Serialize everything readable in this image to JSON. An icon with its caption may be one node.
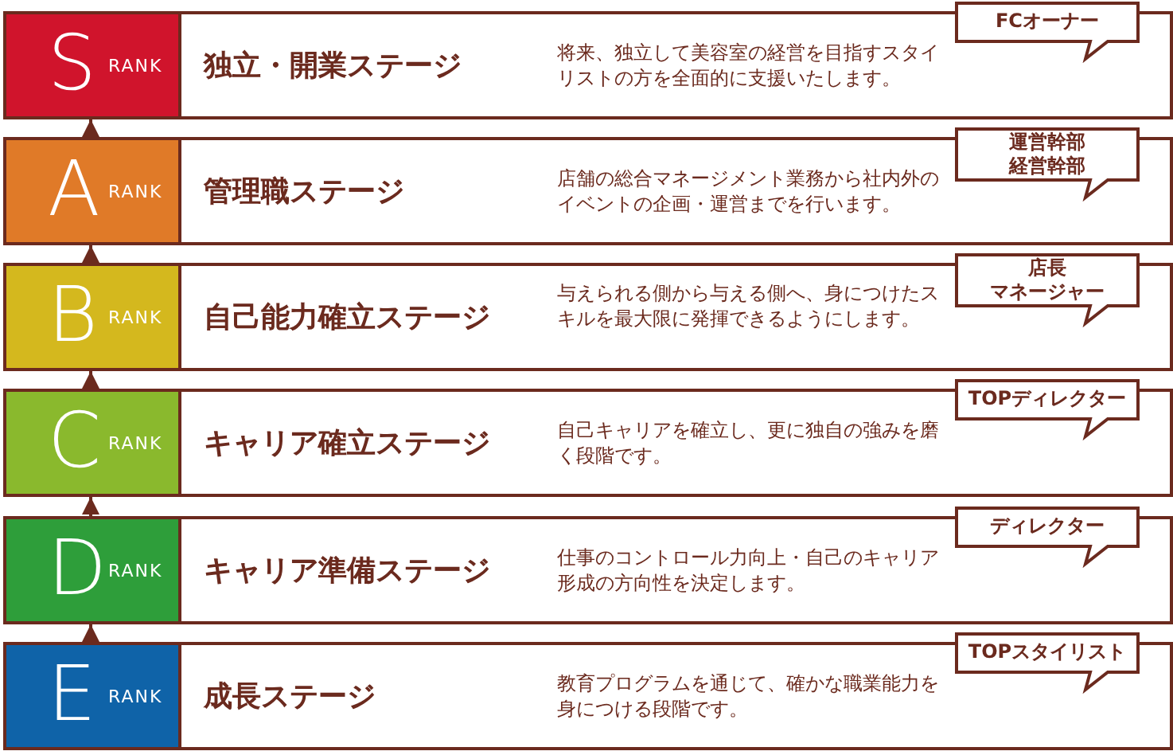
{
  "diagram": {
    "nodes": [
      {
        "text": [
          "独立・開業ステージ",
          "将来、独立して美容室の経営を目指すスタイリストの方を全面的に支援いたします。"
        ]
      },
      {
        "text": [
          "S",
          "RANK"
        ],
        "in": 0
      },
      {
        "text": [
          "FCオーナー"
        ]
      },
      {
        "text": [
          "管理職ステージ",
          "店舗の総合マネージメント業務から社内外のイベントの企画・運営までを行います。"
        ]
      },
      {
        "text": [
          "A",
          "RANK"
        ],
        "in": 3
      },
      {
        "text": [
          "運営幹部経営幹部"
        ]
      },
      {
        "text": [
          "自己能力確立ステージ",
          "与えられる側から与える側へ、身につけたスキルを最大限に発揮できるようにします。"
        ]
      },
      {
        "text": [
          "B",
          "RANK"
        ],
        "in": 6
      },
      {
        "text": [
          "店長マネージャー"
        ]
      },
      {
        "text": [
          "キャリア確立ステージ",
          "自己キャリアを確立し、更に独自の強みを磨く段階です。"
        ]
      },
      {
        "text": [
          "C",
          "RANK"
        ],
        "in": 9
      },
      {
        "text": [
          "TOPディレクター"
        ]
      },
      {
        "text": [
          "キャリア準備ステージ",
          "仕事のコントロール力向上・自己のキャリア形成の方向性を決定します。"
        ]
      },
      {
        "text": [
          "D",
          "RANK"
        ],
        "in": 12
      },
      {
        "text": [
          "ディレクター"
        ]
      },
      {
        "text": [
          "成長ステージ",
          "教育プログラムを通じて、確かな職業能力を身につける段階です。"
        ]
      },
      {
        "text": [
          "E",
          "RANK"
        ],
        "in": 15
      },
      {
        "text": [
          "TOPスタイリスト"
        ]
      }
    ],
    "edges": [
      {
        "from": 4,
        "to": 1,
        "arrow": "to"
      },
      {
        "from": 7,
        "to": 4,
        "arrow": "to"
      },
      {
        "from": 10,
        "to": 7,
        "arrow": "to"
      },
      {
        "from": 13,
        "to": 10,
        "arrow": "to"
      },
      {
        "from": 16,
        "to": 13,
        "arrow": "to"
      }
    ]
  }
}
